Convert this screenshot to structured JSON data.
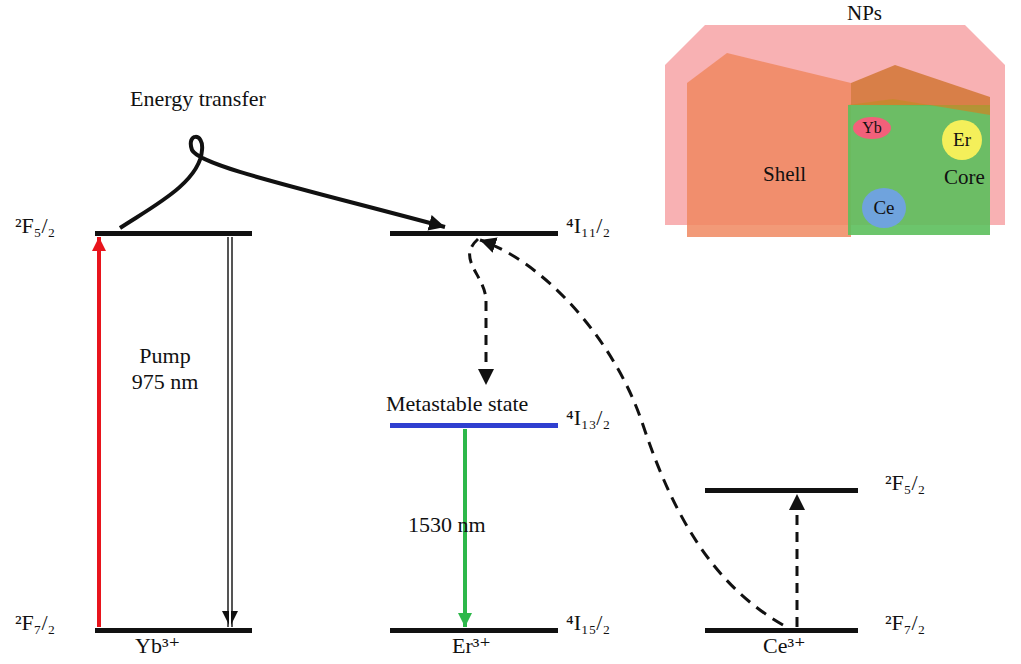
{
  "diagram": {
    "nodes": [
      {
        "text": [
          "NPs",
          "Shell"
        ]
      },
      {
        "text": [
          "Core"
        ],
        "in": 0
      },
      {
        "text": [
          "Yb"
        ],
        "in": 1
      },
      {
        "text": [
          "Er"
        ],
        "in": 1
      },
      {
        "text": [
          "Ce"
        ],
        "in": 1
      },
      {
        "text": [
          "²F₅/₂"
        ]
      },
      {
        "text": [
          "⁴I₁₁/₂"
        ]
      },
      {
        "text": [
          "Metastable state",
          "⁴I₁₃/₂"
        ]
      },
      {
        "text": [
          "²F₅/₂"
        ]
      },
      {
        "text": [
          "²F₇/₂",
          "Yb³⁺"
        ]
      },
      {
        "text": [
          "⁴I₁₅/₂",
          "Er³⁺"
        ]
      },
      {
        "text": [
          "²F₇/₂",
          "Ce³⁺"
        ]
      }
    ],
    "edges": [
      {
        "from": 9,
        "to": 5,
        "arrow": "to"
      },
      {
        "from": 5,
        "to": 9,
        "arrow": "to"
      },
      {
        "from": 5,
        "to": 6,
        "arrow": "to"
      },
      {
        "from": 6,
        "to": 7,
        "arrow": "to"
      },
      {
        "from": 7,
        "to": 10,
        "arrow": "to"
      },
      {
        "from": 11,
        "to": 8,
        "arrow": "to"
      },
      {
        "from": 11,
        "to": 6,
        "arrow": "to"
      }
    ],
    "labels": [
      "Energy transfer",
      "Pump 975 nm",
      "1530 nm"
    ]
  }
}
